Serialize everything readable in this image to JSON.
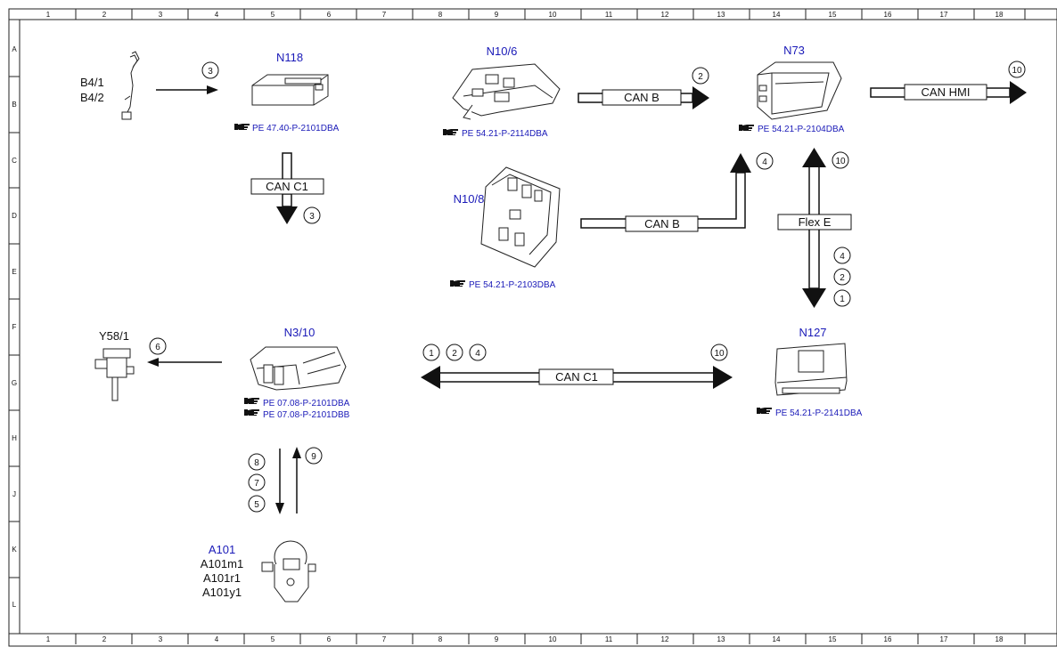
{
  "border": {
    "columns": [
      "1",
      "2",
      "3",
      "4",
      "5",
      "6",
      "7",
      "8",
      "9",
      "10",
      "11",
      "12",
      "13",
      "14",
      "15",
      "16",
      "17",
      "18"
    ],
    "rows": [
      "A",
      "B",
      "C",
      "D",
      "E",
      "F",
      "G",
      "H",
      "J",
      "K",
      "L"
    ]
  },
  "components": {
    "b4": {
      "label_1": "B4/1",
      "label_2": "B4/2"
    },
    "n118": {
      "label": "N118",
      "ref": "PE 47.40-P-2101DBA"
    },
    "n10_6": {
      "label": "N10/6",
      "ref": "PE 54.21-P-2114DBA"
    },
    "n10_8": {
      "label": "N10/8",
      "ref": "PE 54.21-P-2103DBA"
    },
    "n73": {
      "label": "N73",
      "ref": "PE 54.21-P-2104DBA"
    },
    "y58": {
      "label": "Y58/1"
    },
    "n3_10": {
      "label": "N3/10",
      "ref_1": "PE 07.08-P-2101DBA",
      "ref_2": "PE 07.08-P-2101DBB"
    },
    "n127": {
      "label": "N127",
      "ref": "PE 54.21-P-2141DBA"
    },
    "a101": {
      "label_1": "A101",
      "label_2": "A101m1",
      "label_3": "A101r1",
      "label_4": "A101y1"
    }
  },
  "buses": {
    "can_c1_top": "CAN C1",
    "can_b_n10_6": "CAN B",
    "can_b_n10_8": "CAN B",
    "can_hmi": "CAN HMI",
    "flex_e": "Flex E",
    "can_c1_main": "CAN C1"
  },
  "signals": {
    "b4_to_n118": "3",
    "n118_down": "3",
    "n10_6_to_n73": "2",
    "n10_8_to_n73": "4",
    "n73_out": "10",
    "flex_up": "10",
    "flex_down_1": "4",
    "flex_down_2": "2",
    "flex_down_3": "1",
    "n3_10_to_y58": "6",
    "can_c1_left_1": "1",
    "can_c1_left_2": "2",
    "can_c1_left_3": "4",
    "can_c1_right": "10",
    "a101_down_1": "8",
    "a101_down_2": "7",
    "a101_down_3": "5",
    "a101_up": "9"
  },
  "icons": [
    "pointing-hand-icon",
    "sensor-icon",
    "module-icon",
    "valve-icon",
    "throttle-actuator-icon"
  ]
}
